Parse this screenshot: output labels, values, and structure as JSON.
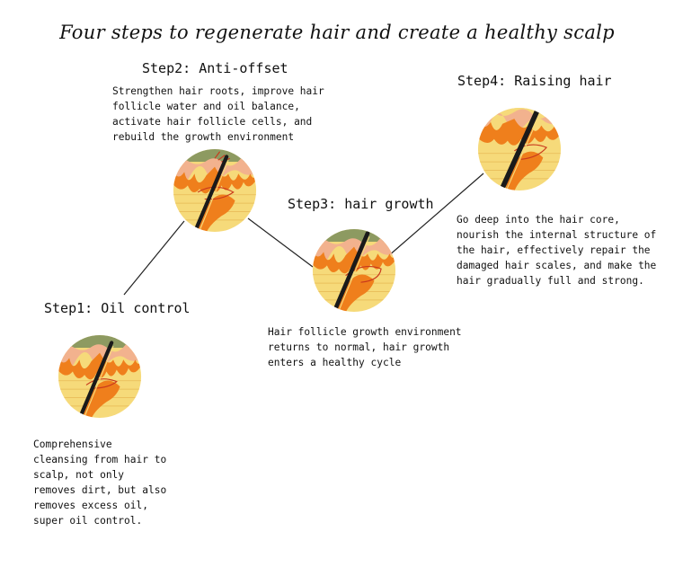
{
  "title": "Four steps to regenerate hair and create a healthy scalp",
  "steps": [
    {
      "title": "Step1: Oil control",
      "lines": [
        "Comprehensive",
        "cleansing from hair to",
        "scalp, not only",
        "removes dirt, but also",
        "removes excess oil,",
        "super oil control."
      ]
    },
    {
      "title": "Step2: Anti-offset",
      "lines": [
        "Strengthen hair roots, improve hair",
        "follicle water and oil balance,",
        "activate hair follicle cells, and",
        "rebuild the growth environment"
      ]
    },
    {
      "title": "Step3: hair growth",
      "lines": [
        "Hair follicle growth environment",
        "returns to normal, hair growth",
        "enters a healthy cycle"
      ]
    },
    {
      "title": "Step4: Raising hair",
      "lines": [
        "Go deep into the hair core,",
        "nourish the internal structure of",
        "the hair, effectively repair the",
        "damaged hair scales, and make the",
        "hair gradually full and strong."
      ]
    }
  ],
  "colors": {
    "scalp_green": "#8d9a61",
    "skin_pink": "#f2b28e",
    "tissue_yellow": "#f6da7a",
    "follicle_orange": "#ef7f1c",
    "hair_black": "#1a1a1a",
    "line": "#222222"
  }
}
